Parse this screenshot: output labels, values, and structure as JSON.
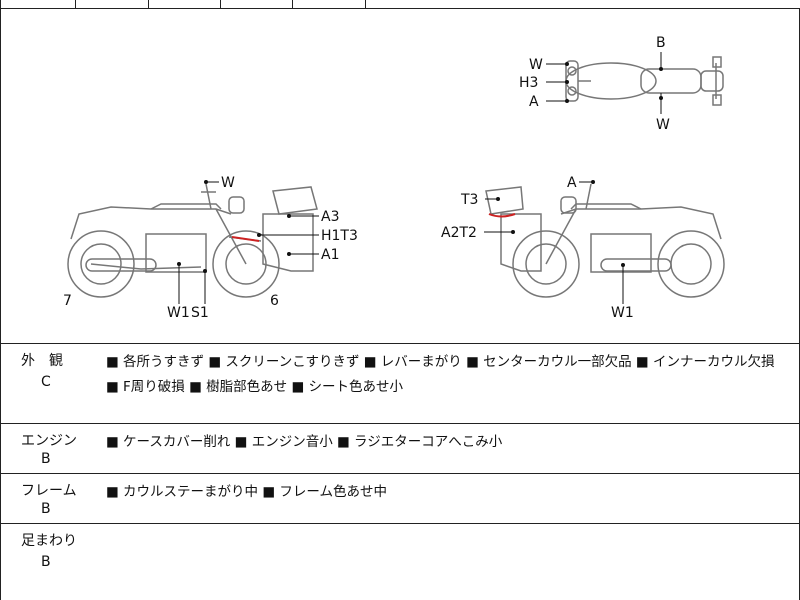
{
  "labels": {
    "top": {
      "w": "W",
      "h3": "H3",
      "a": "A",
      "b": "B",
      "w2": "W"
    },
    "left": {
      "w": "W",
      "a3": "A3",
      "h1t3": "H1T3",
      "a1": "A1",
      "seven": "7",
      "six": "6",
      "w1": "W1",
      "s1": "S1"
    },
    "right": {
      "a": "A",
      "t3": "T3",
      "a2t2": "A2T2",
      "w1": "W1"
    }
  },
  "rows": [
    {
      "category": "外　観",
      "grade": "C",
      "notes": "■ 各所うすきず ■ スクリーンこすりきず ■ レバーまがり ■ センターカウル一部欠品 ■ インナーカウル欠損 ■ F周り破損 ■ 樹脂部色あせ ■ シート色あせ小"
    },
    {
      "category": "エンジン",
      "grade": "B",
      "notes": "■ ケースカバー削れ ■ エンジン音小 ■ ラジエターコアへこみ小"
    },
    {
      "category": "フレーム",
      "grade": "B",
      "notes": "■ カウルステーまがり中 ■ フレーム色あせ中"
    },
    {
      "category": "足まわり",
      "grade": "B",
      "notes": ""
    }
  ],
  "colors": {
    "line": "#222222",
    "bike": "#777777",
    "damage": "#cc2222"
  }
}
